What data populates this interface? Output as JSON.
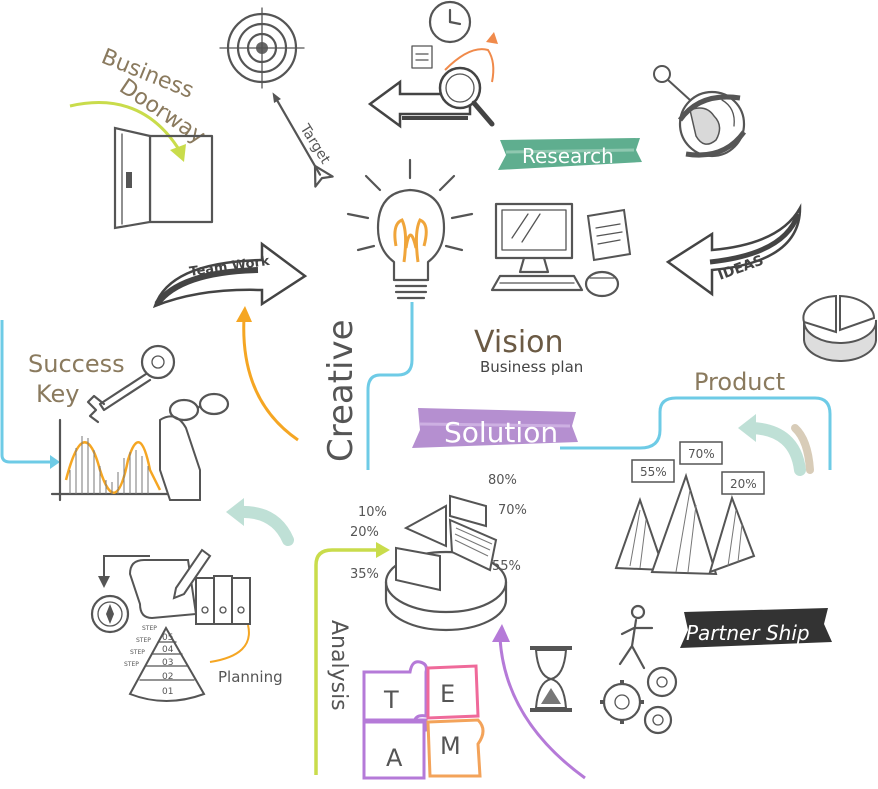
{
  "labels": {
    "business_doorway_1": "Business",
    "business_doorway_2": "Doorway",
    "target": "Target",
    "research": "Research",
    "team_work": "Team Work",
    "ideas": "IDEAS",
    "vision": "Vision",
    "business_plan": "Business plan",
    "creative": "Creative",
    "success_1": "Success",
    "success_2": "Key",
    "solution": "Solution",
    "product": "Product",
    "partnership": "Partner Ship",
    "analysis": "Analysis",
    "planning": "Planning"
  },
  "center_pie_percents": [
    "10%",
    "20%",
    "35%",
    "80%",
    "70%",
    "55%"
  ],
  "product_percents": [
    "55%",
    "70%",
    "20%"
  ],
  "planning_steps": [
    "05",
    "04",
    "03",
    "02",
    "01"
  ],
  "planning_step_word": "STEP",
  "team_letters": [
    "T",
    "E",
    "A",
    "M"
  ],
  "colors": {
    "ink": "#555555",
    "research_green": "#5fae8f",
    "solution_purple": "#b58fd0",
    "partnership_black": "#333333",
    "cyan_line": "#6ecbe6",
    "yellow_green": "#c9dc4b",
    "orange": "#f5a623",
    "vision_brown": "#6b5a44",
    "doorway_brown": "#8a7a5e",
    "puzzle_purple": "#b57ad8",
    "puzzle_pink": "#ef6a9a",
    "puzzle_orange": "#f3a35a",
    "puzzle_blue": "#5bb7e0"
  }
}
